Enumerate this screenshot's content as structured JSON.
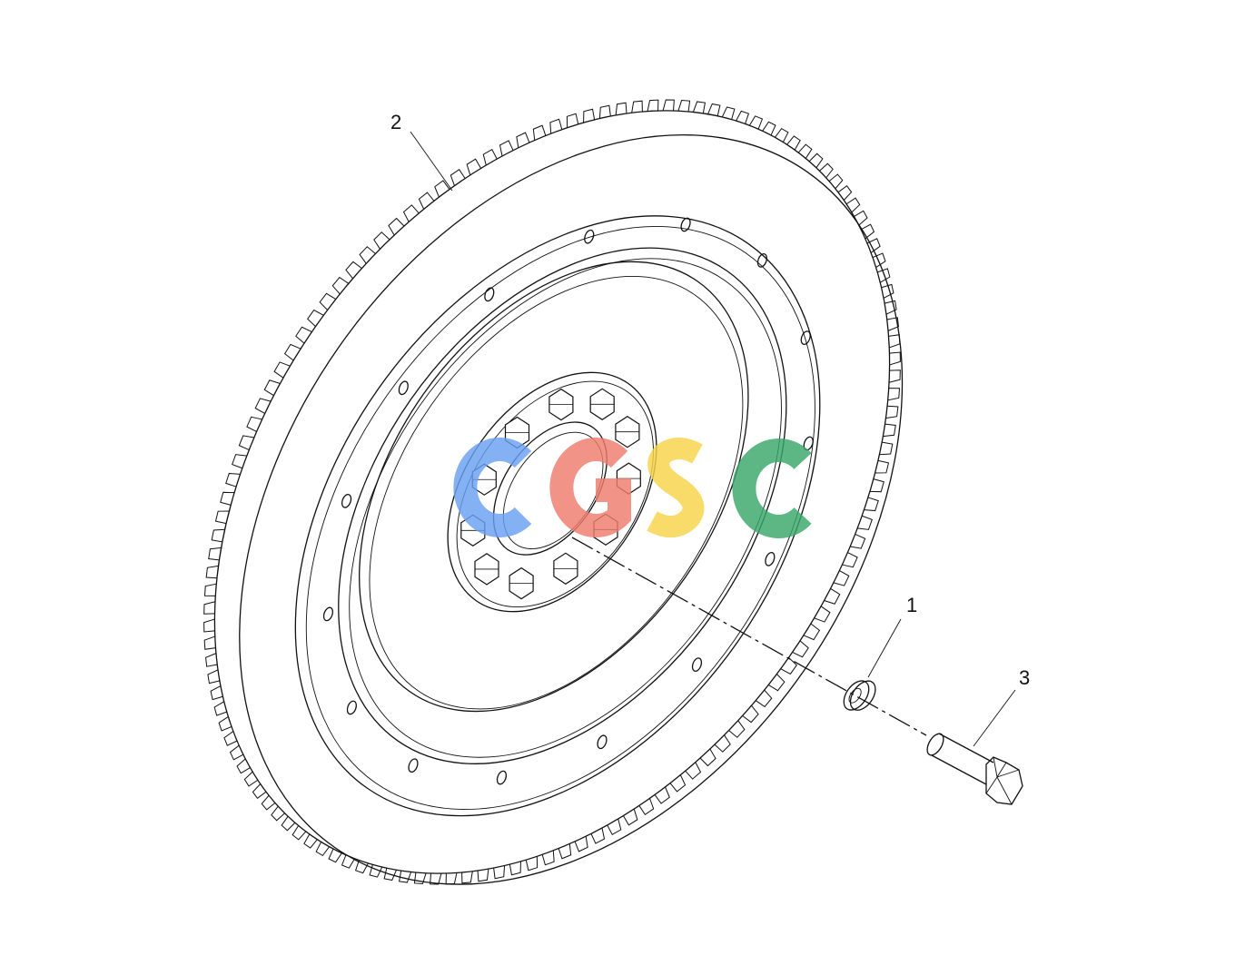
{
  "diagram": {
    "callouts": [
      {
        "id": "1",
        "label": "1",
        "part": "washer"
      },
      {
        "id": "2",
        "label": "2",
        "part": "flywheel-ring-gear"
      },
      {
        "id": "3",
        "label": "3",
        "part": "bolt"
      }
    ],
    "ring_gear_teeth": 130,
    "flange_bolt_count": 11,
    "watermark": {
      "text": "CGSC",
      "letters": [
        {
          "char": "C",
          "color": "#6aa0f2"
        },
        {
          "char": "G",
          "color": "#f07c6f"
        },
        {
          "char": "S",
          "color": "#f8d44a"
        },
        {
          "char": "C",
          "color": "#3aa86b"
        }
      ]
    }
  }
}
